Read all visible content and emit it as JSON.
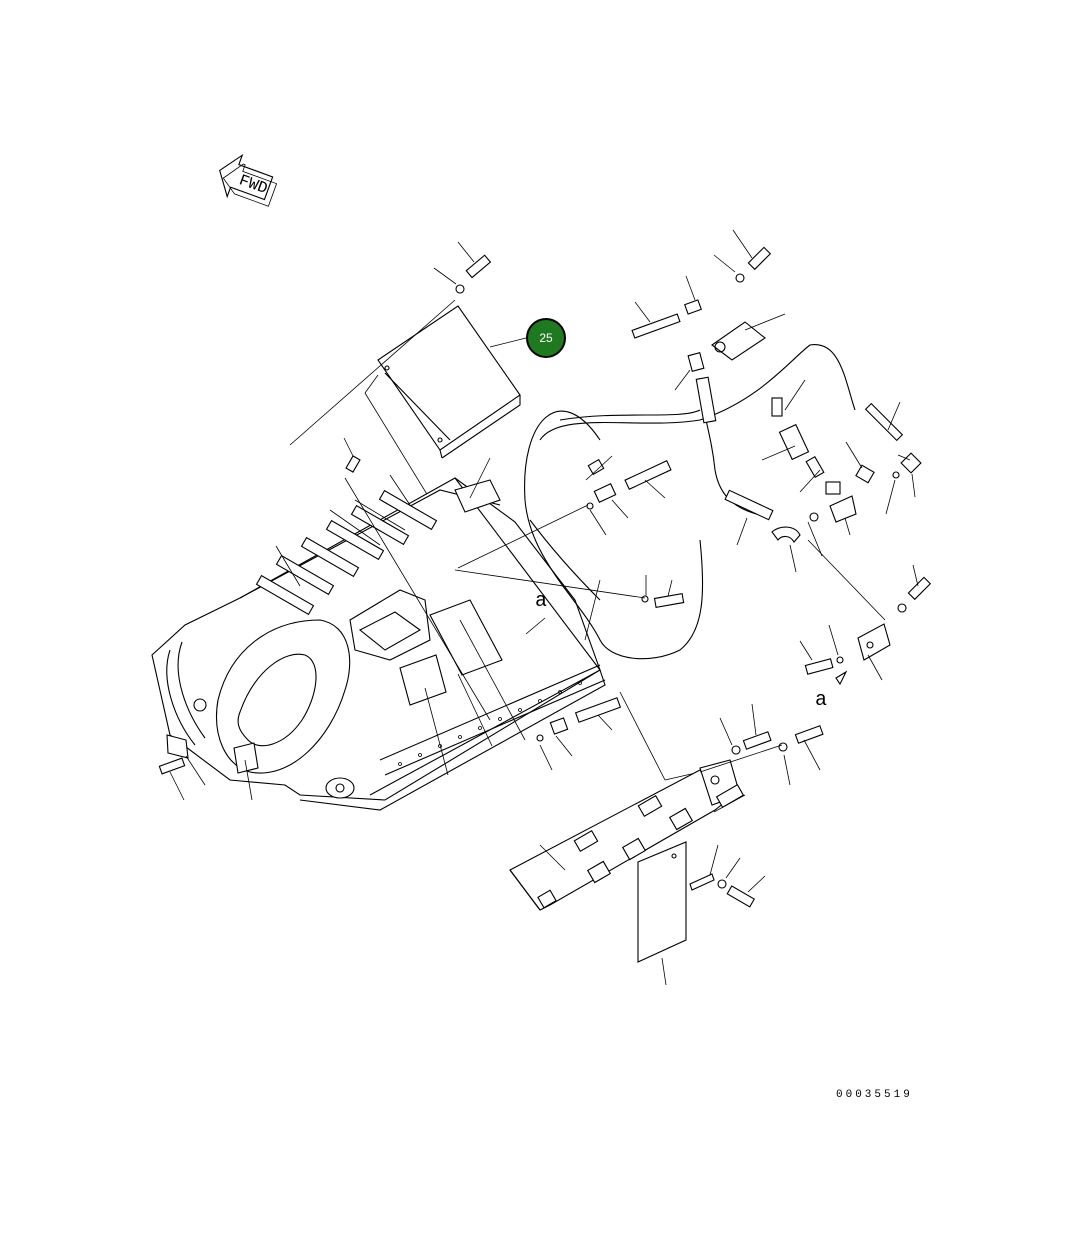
{
  "fwd_label": "FWD",
  "callout": {
    "number": "25",
    "color": "#1f7a1f"
  },
  "view_marks": [
    "a",
    "a"
  ],
  "drawing_number": "00035519"
}
